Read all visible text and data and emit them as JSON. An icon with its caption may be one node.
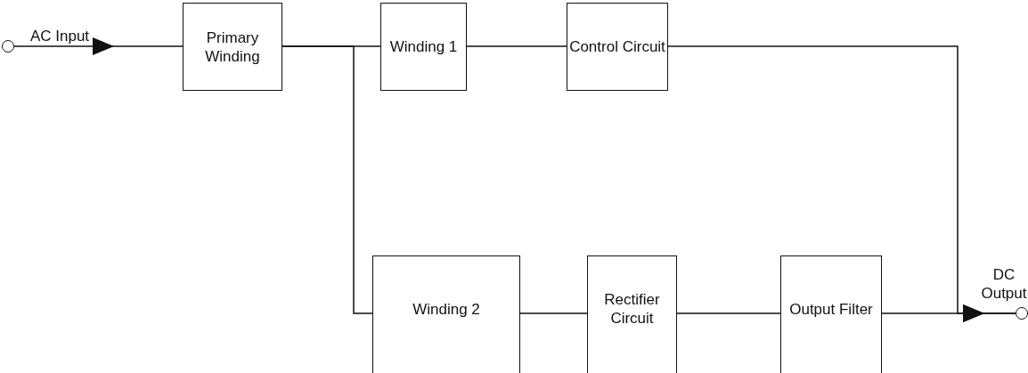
{
  "diagram": {
    "nodes": [
      {
        "text": [],
        "shape": "circle",
        "beside": [
          "AC Input"
        ]
      },
      {
        "text": [
          "Primary Winding"
        ]
      },
      {
        "text": [
          "Winding 1"
        ]
      },
      {
        "text": [
          "Control Circuit"
        ]
      },
      {
        "text": [
          "Winding 2"
        ]
      },
      {
        "text": [
          "Rectifier Circuit"
        ]
      },
      {
        "text": [
          "Output Filter"
        ]
      },
      {
        "text": [],
        "shape": "circle",
        "beside": [
          "DC Output"
        ]
      }
    ],
    "edges": [
      {
        "from": 0,
        "to": 1,
        "arrow": "to"
      },
      {
        "from": 1,
        "to": 2,
        "arrow": "none"
      },
      {
        "from": 1,
        "to": 4,
        "arrow": "none"
      },
      {
        "from": 2,
        "to": 3,
        "arrow": "none"
      },
      {
        "from": 3,
        "to": 7,
        "arrow": "to"
      },
      {
        "from": 4,
        "to": 5,
        "arrow": "none"
      },
      {
        "from": 5,
        "to": 6,
        "arrow": "none"
      },
      {
        "from": 6,
        "to": 7,
        "arrow": "to"
      }
    ]
  }
}
